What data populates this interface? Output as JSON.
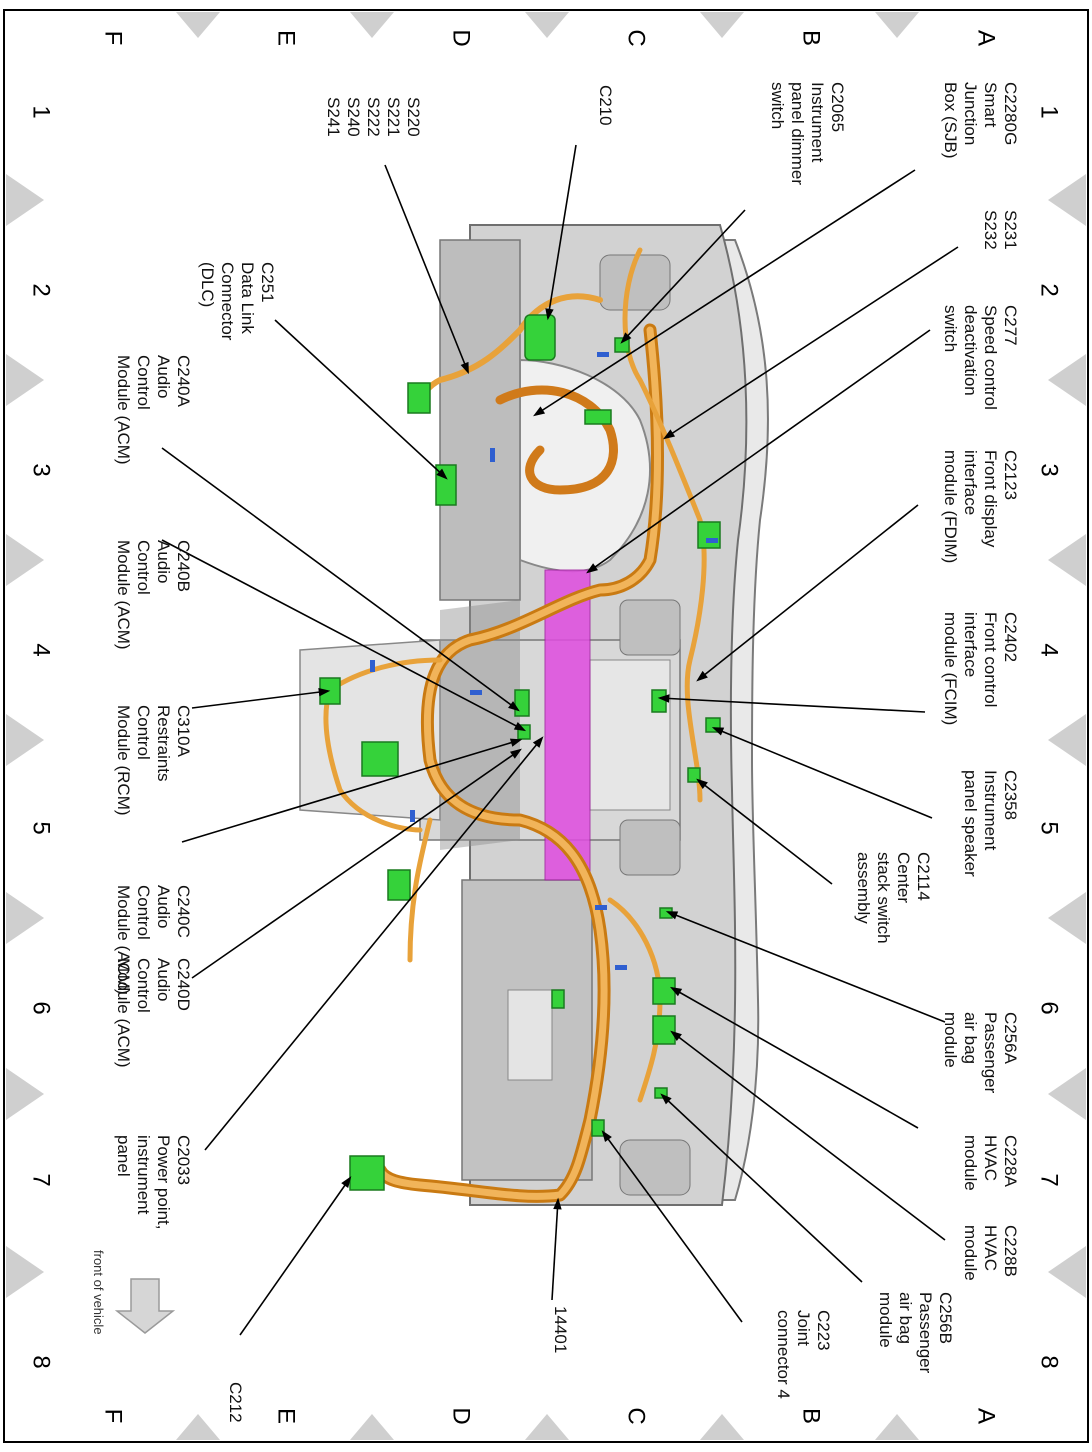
{
  "grid": {
    "rows_top": [
      "A",
      "B",
      "C",
      "D",
      "E",
      "F"
    ],
    "rows_bottom": [
      "A",
      "B",
      "C",
      "D",
      "E",
      "F"
    ],
    "cols_right": [
      "1",
      "2",
      "3",
      "4",
      "5",
      "6",
      "7",
      "8"
    ],
    "cols_left": [
      "1",
      "2",
      "3",
      "4",
      "5",
      "6",
      "7",
      "8"
    ]
  },
  "direction_label": "front of vehicle",
  "callouts": [
    {
      "id": "c2280g",
      "lines": [
        "C2280G",
        "Smart",
        "Junction",
        "Box (SJB)"
      ]
    },
    {
      "id": "c2065",
      "lines": [
        "C2065",
        "Instrument",
        "panel dimmer",
        "switch"
      ]
    },
    {
      "id": "c210",
      "lines": [
        "C210"
      ]
    },
    {
      "id": "s220",
      "lines": [
        "S220",
        "S221",
        "S222",
        "S240",
        "S241"
      ]
    },
    {
      "id": "s231",
      "lines": [
        "S231",
        "S232"
      ]
    },
    {
      "id": "c251",
      "lines": [
        "C251",
        "Data Link",
        "Connector",
        "(DLC)"
      ]
    },
    {
      "id": "c277",
      "lines": [
        "C277",
        "Speed control",
        "deactivation",
        "switch"
      ]
    },
    {
      "id": "c240a",
      "lines": [
        "C240A",
        "Audio",
        "Control",
        "Module (ACM)"
      ]
    },
    {
      "id": "c2123",
      "lines": [
        "C2123",
        "Front display",
        "interface",
        "module (FDIM)"
      ]
    },
    {
      "id": "c240b",
      "lines": [
        "C240B",
        "Audio",
        "Control",
        "Module (ACM)"
      ]
    },
    {
      "id": "c2402",
      "lines": [
        "C2402",
        "Front control",
        "interface",
        "module (FCIM)"
      ]
    },
    {
      "id": "c310a",
      "lines": [
        "C310A",
        "Restraints",
        "Control",
        "Module (RCM)"
      ]
    },
    {
      "id": "c2358",
      "lines": [
        "C2358",
        "Instrument",
        "panel speaker"
      ]
    },
    {
      "id": "c240c",
      "lines": [
        "C240C",
        "Audio",
        "Control",
        "Module (ACM)"
      ]
    },
    {
      "id": "c2114",
      "lines": [
        "C2114",
        "Center",
        "stack switch",
        "assembly"
      ]
    },
    {
      "id": "c240d",
      "lines": [
        "C240D",
        "Audio",
        "Control",
        "Module (ACM)"
      ]
    },
    {
      "id": "c256a",
      "lines": [
        "C256A",
        "Passenger",
        "air bag",
        "module"
      ]
    },
    {
      "id": "c228a",
      "lines": [
        "C228A",
        "HVAC",
        "module"
      ]
    },
    {
      "id": "c2033",
      "lines": [
        "C2033",
        "Power point,",
        "instrument",
        "panel"
      ]
    },
    {
      "id": "c228b",
      "lines": [
        "C228B",
        "HVAC",
        "module"
      ]
    },
    {
      "id": "c256b",
      "lines": [
        "C256B",
        "Passenger",
        "air bag",
        "module"
      ]
    },
    {
      "id": "c223",
      "lines": [
        "C223",
        "Joint",
        "connector 4"
      ]
    },
    {
      "id": "n14401",
      "lines": [
        "14401"
      ]
    },
    {
      "id": "c212",
      "lines": [
        "C212"
      ]
    }
  ],
  "colors": {
    "harness": "#e8a23a",
    "harness_dark": "#c97a12",
    "connector": "#35d23a",
    "panel": "#c9c9c9",
    "panel_dark": "#9a9a9a",
    "magenta": "#e04ce0",
    "clip": "#2f5fd0",
    "grid_triangle": "#cfcfcf"
  }
}
